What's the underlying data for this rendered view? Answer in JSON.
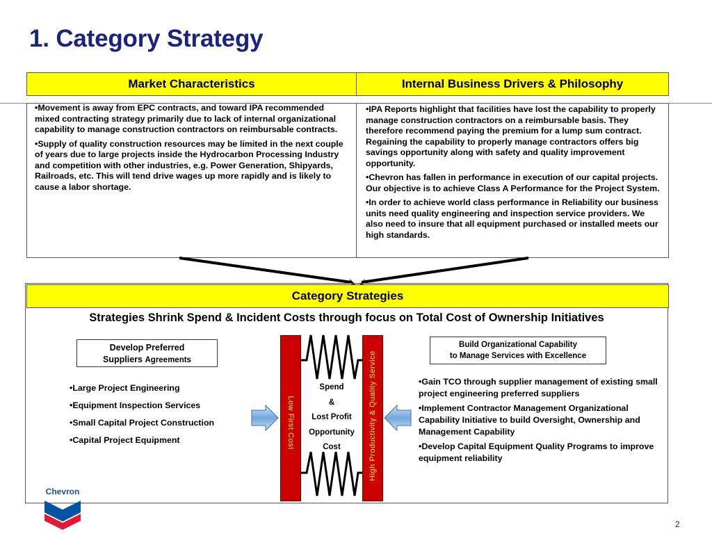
{
  "slide": {
    "title": "1. Category Strategy",
    "page_number": "2"
  },
  "market": {
    "header": "Market Characteristics",
    "bullets": [
      "•Movement is away from EPC contracts, and  toward IPA recommended mixed contracting strategy primarily due to lack of internal organizational capability to manage construction contractors on reimbursable contracts.",
      "•Supply of quality construction resources may be limited in the next couple of years due to large projects inside the Hydrocarbon Processing Industry and competition with other industries, e.g. Power Generation, Shipyards, Railroads, etc. This will tend drive wages up more rapidly and is likely to cause a labor shortage."
    ]
  },
  "internal": {
    "header": "Internal Business Drivers & Philosophy",
    "bullets": [
      "•IPA Reports highlight that facilities have lost the capability to properly manage construction contractors on a reimbursable basis.  They therefore recommend paying the premium for a lump sum contract.  Regaining the capability to properly manage contractors offers big savings opportunity along with safety and quality improvement opportunity.",
      "•Chevron has fallen in performance in execution of our capital projects.   Our objective is to achieve Class A Performance for the Project System.",
      "•In order to achieve world class performance in Reliability our business units need quality engineering and inspection service providers.  We also need to insure that all equipment purchased or installed meets our high standards."
    ]
  },
  "category": {
    "header": "Category Strategies",
    "subtitle": "Strategies Shrink Spend & Incident Costs through focus on Total Cost of Ownership Initiatives",
    "develop_box": {
      "line1": "Develop Preferred",
      "line2a": "Suppliers",
      "line2b": "Agreements"
    },
    "build_box": {
      "line1": "Build Organizational Capability",
      "line2": "to Manage Services with Excellence"
    },
    "left_bullets": [
      "•Large Project Engineering",
      "•Equipment Inspection Services",
      "•Small Capital Project Construction",
      "•Capital Project Equipment"
    ],
    "right_bullets": [
      "•Gain TCO through supplier management of existing small project engineering preferred suppliers",
      "•Implement  Contractor Management Organizational Capability Initiative to build Oversight, Ownership and Management Capability",
      "•Develop Capital Equipment Quality Programs to improve equipment reliability"
    ],
    "left_bar_label": "Low First Cost",
    "right_bar_label": "High Productivity & Quality Service",
    "center_lines": [
      "Spend",
      "&",
      "Lost Profit",
      "Opportunity",
      "Cost"
    ]
  },
  "logo": {
    "text": "Chevron",
    "colors": {
      "blue": "#0054a4",
      "red": "#e31837"
    }
  },
  "colors": {
    "title": "#1a237e",
    "header_fill": "#ffff00",
    "bar_red": "#cc0000",
    "arrow_blue": "#6fa8dc"
  }
}
